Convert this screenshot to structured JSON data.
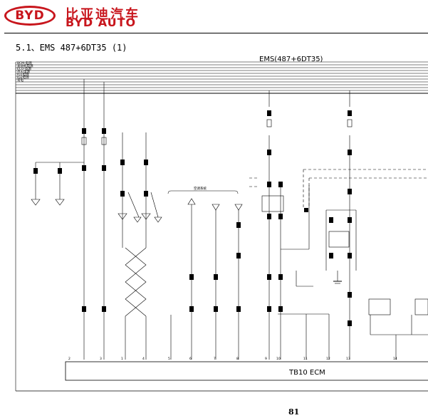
{
  "header": {
    "logo_text": "BYD",
    "brand_cn": "比亚迪汽车",
    "brand_en": "BYD AUTO"
  },
  "section_title": "5.1、EMS  487+6DT35 (1)",
  "diagram": {
    "ems_title": "EMS(487+6DT35)",
    "ecm_label": "TB10 ECM",
    "air_label": "空调系统",
    "page_number": "81"
  },
  "colors": {
    "brand": "#c8161d",
    "line": "#000000"
  }
}
